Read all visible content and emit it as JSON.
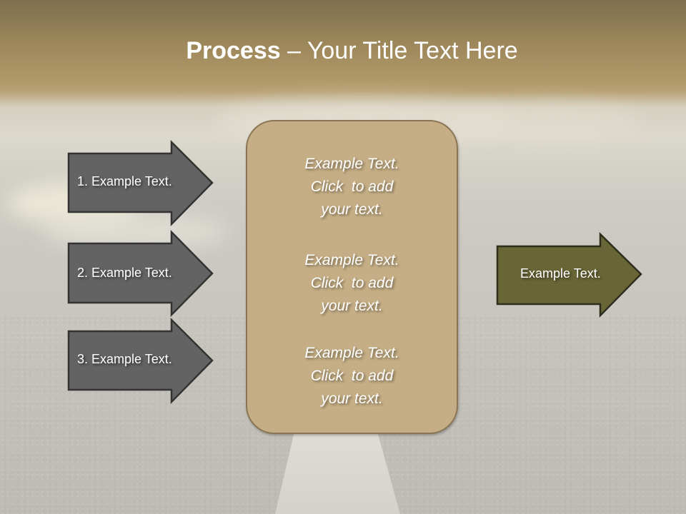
{
  "slide": {
    "title": {
      "bold": "Process",
      "rest": " – Your Title Text Here"
    },
    "inputs": [
      {
        "label": "1. Example Text."
      },
      {
        "label": "2. Example Text."
      },
      {
        "label": "3. Example Text."
      }
    ],
    "center_box": {
      "blocks": [
        {
          "lines": [
            "Example Text.",
            "Click  to add",
            "your text."
          ]
        },
        {
          "lines": [
            "Example Text.",
            "Click  to add",
            "your text."
          ]
        },
        {
          "lines": [
            "Example Text.",
            "Click  to add",
            "your text."
          ]
        }
      ]
    },
    "output": {
      "label": "Example Text."
    },
    "colors": {
      "title_band_top": "#7e6f4f",
      "title_band_bottom": "#b8a276",
      "input_arrow_fill": "#636363",
      "input_arrow_stroke": "#333333",
      "center_box_fill": "#c5ae85",
      "center_box_border": "#8a7654",
      "output_arrow_fill": "#686636",
      "output_arrow_stroke": "#333320",
      "text": "#ffffff"
    }
  }
}
